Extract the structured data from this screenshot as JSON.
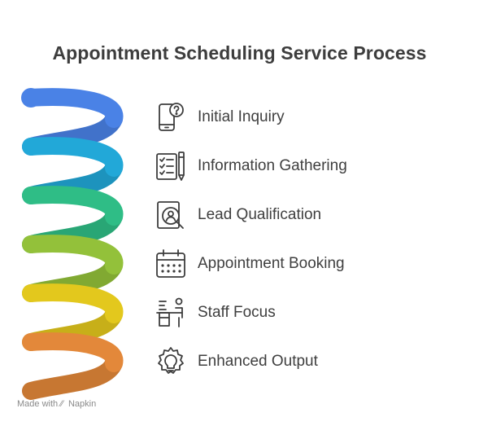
{
  "title": "Appointment Scheduling Service Process",
  "steps": [
    {
      "label": "Initial Inquiry",
      "icon": "phone-question-icon",
      "color": "#4a82e6"
    },
    {
      "label": "Information Gathering",
      "icon": "checklist-pen-icon",
      "color": "#22a8d8"
    },
    {
      "label": "Lead Qualification",
      "icon": "profile-search-icon",
      "color": "#2fbd86"
    },
    {
      "label": "Appointment Booking",
      "icon": "calendar-icon",
      "color": "#93c13a"
    },
    {
      "label": "Staff Focus",
      "icon": "staff-desk-icon",
      "color": "#e3c81d"
    },
    {
      "label": "Enhanced Output",
      "icon": "gear-lightbulb-icon",
      "color": "#e3883a"
    }
  ],
  "footer": {
    "made_with": "Made with",
    "brand": "Napkin"
  }
}
